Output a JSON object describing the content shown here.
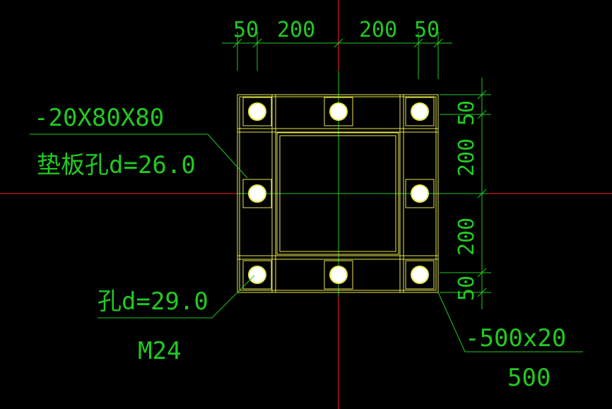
{
  "colors": {
    "background": "#000000",
    "axis": "#ff2020",
    "dimension": "#22c922",
    "outline": "#e8e84a",
    "hole": "#ffffff"
  },
  "dimensions": {
    "top": [
      "50",
      "200",
      "200",
      "50"
    ],
    "right": [
      "50",
      "200",
      "200",
      "50"
    ]
  },
  "annotations": {
    "washer_size": "-20X80X80",
    "washer_hole": "垫板孔d=26.0",
    "bolt_hole": "孔d=29.0",
    "bolt_spec": "M24",
    "plate_size": "-500x20",
    "plate_width": "500"
  }
}
